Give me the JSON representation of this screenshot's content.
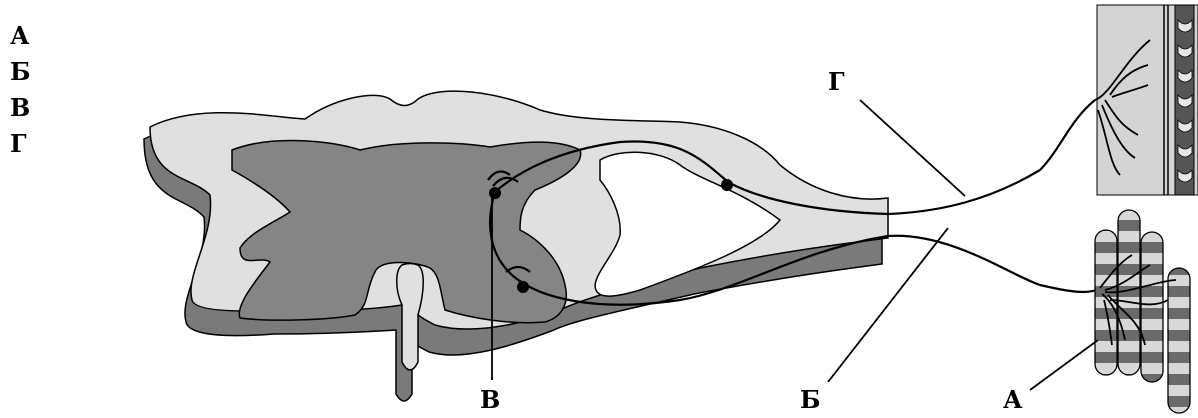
{
  "legend": [
    "А",
    "Б",
    "В",
    "Г"
  ],
  "labels": {
    "a": "А",
    "b": "Б",
    "v": "В",
    "g": "Г"
  }
}
